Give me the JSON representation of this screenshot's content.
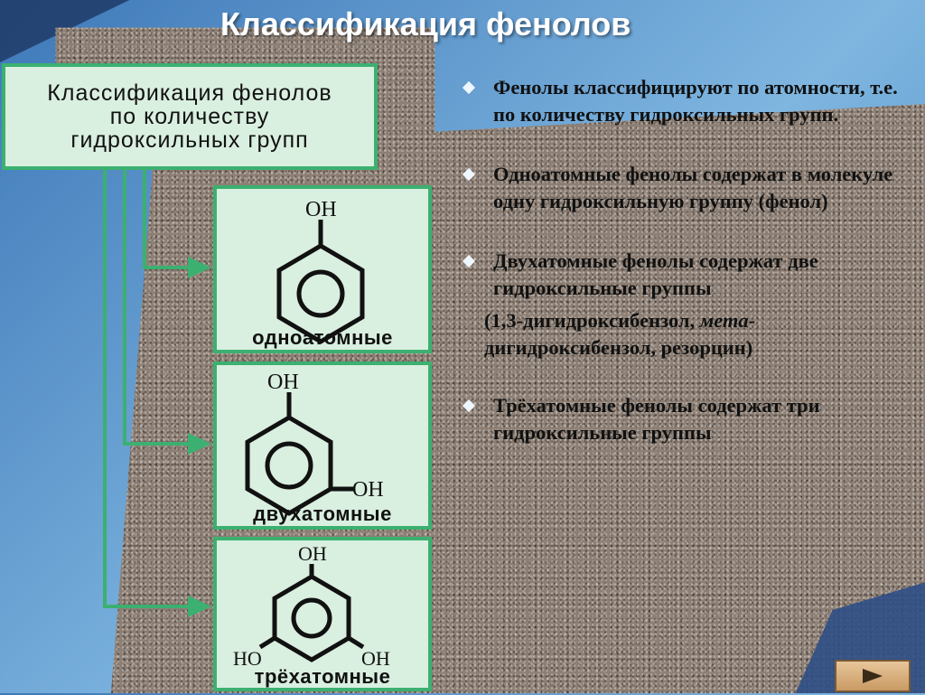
{
  "slide": {
    "title": "Классификация фенолов"
  },
  "diagram": {
    "classification_box": "Классификация фенолов\nпо количеству\nгидроксильных групп",
    "molecules": [
      {
        "label": "одноатомные",
        "groups": [
          "OH"
        ]
      },
      {
        "label": "двухатомные",
        "groups": [
          "OH",
          "OH"
        ]
      },
      {
        "label": "трёхатомные",
        "groups": [
          "OH",
          "HO",
          "OH"
        ]
      }
    ]
  },
  "bullets": [
    {
      "text": "Фенолы классифицируют по атомности, т.е. по количеству гидроксильных групп."
    },
    {
      "text": "Одноатомные фенолы содержат в молекуле одну гидроксильную группу (фенол)"
    },
    {
      "text": "Двухатомные фенолы содержат две гидроксильные группы",
      "note_before": "(1,3-дигидроксибензол, ",
      "note_italic": "мета",
      "note_after": "-дигидроксибензол, резорцин)"
    },
    {
      "text": "Трёхатомные фенолы содержат три гидроксильные группы"
    }
  ],
  "navigation": {
    "next_icon": "play-triangle-icon"
  },
  "colors": {
    "box_border": "#3cb070",
    "box_fill": "#d9efe0",
    "arrow": "#3cb070"
  }
}
